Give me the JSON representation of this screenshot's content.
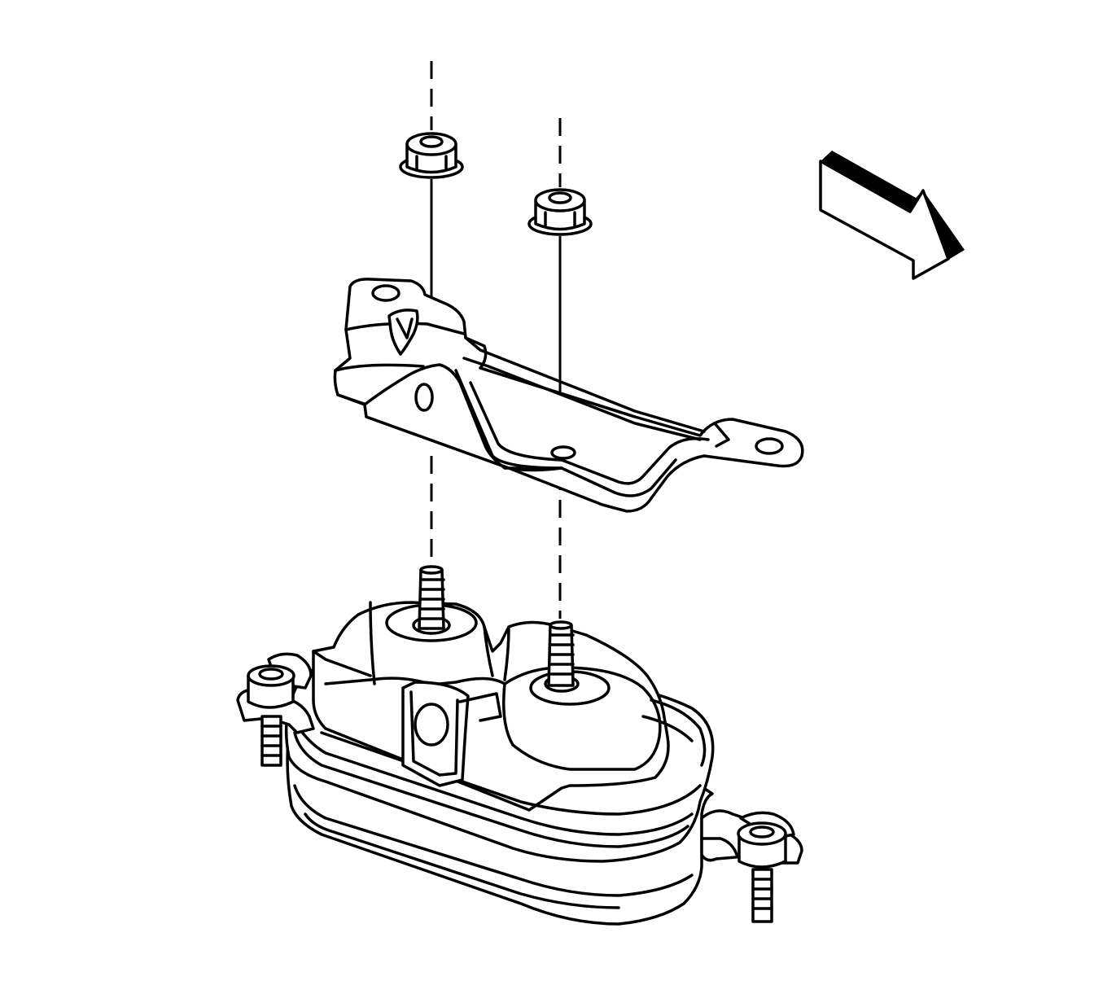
{
  "diagram": {
    "line_color": "#000000",
    "background_color": "#ffffff",
    "parts": [
      {
        "name": "flange-nut",
        "count": 2
      },
      {
        "name": "mount-bracket",
        "count": 1
      },
      {
        "name": "mount-stud",
        "count": 2
      },
      {
        "name": "mount-body",
        "count": 1
      },
      {
        "name": "base-bolt",
        "count": 2
      }
    ],
    "direction_arrow": {
      "icon": "front-direction-arrow-icon",
      "fill": "#000000"
    }
  }
}
